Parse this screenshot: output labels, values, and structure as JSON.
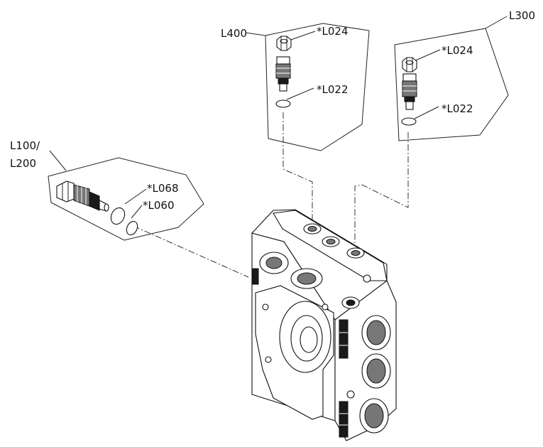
{
  "labels": {
    "l400": "L400",
    "l300": "L300",
    "l100": "L100/",
    "l200": "L200",
    "l024_a": "*L024",
    "l022_a": "*L022",
    "l024_b": "*L024",
    "l022_b": "*L022",
    "l068": "*L068",
    "l060": "*L060"
  }
}
